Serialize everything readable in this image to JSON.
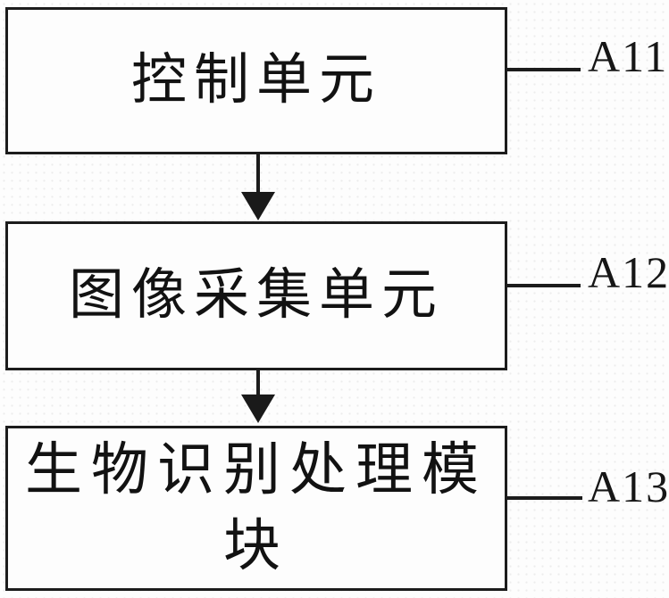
{
  "diagram": {
    "type": "block-diagram",
    "background_color": "#fdfdfd",
    "line_color": "#1c1c1c",
    "text_color": "#121212",
    "nodes": [
      {
        "id": "A11",
        "label": "控制单元",
        "ref_label": "A11"
      },
      {
        "id": "A12",
        "label": "图像采集单元",
        "ref_label": "A12"
      },
      {
        "id": "A13",
        "label": "生物识别处理模块",
        "ref_label": "A13"
      }
    ],
    "edges": [
      {
        "from": "控制单元",
        "to": "图像采集单元",
        "style": "solid-arrow-down"
      },
      {
        "from": "图像采集单元",
        "to": "生物识别处理模块",
        "style": "solid-arrow-down"
      }
    ]
  }
}
